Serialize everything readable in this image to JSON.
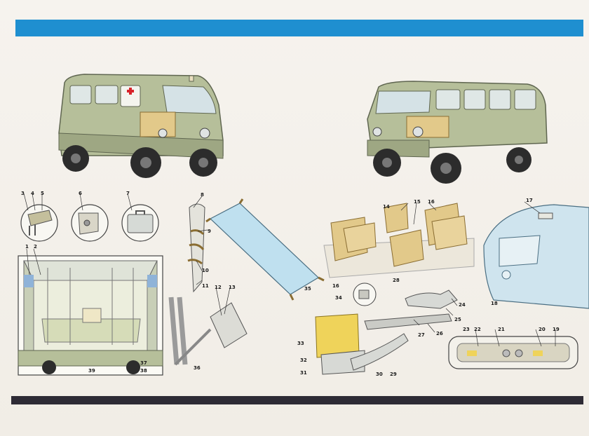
{
  "header_band_color": "#1f8fd0",
  "footer_band_color": "#2e2b35",
  "callouts": {
    "c1": "1",
    "c2": "2",
    "c3": "3",
    "c4": "4",
    "c5": "5",
    "c6": "6",
    "c7": "7",
    "c8": "8",
    "c9": "9",
    "c10": "10",
    "c11": "11",
    "c12": "12",
    "c13": "13",
    "c14": "14",
    "c15": "15",
    "c16a": "16",
    "c16b": "16",
    "c17": "17",
    "c18": "18",
    "c19": "19",
    "c20": "20",
    "c21": "21",
    "c22": "22",
    "c23": "23",
    "c24": "24",
    "c25": "25",
    "c26": "26",
    "c27": "27",
    "c28": "28",
    "c29": "29",
    "c30": "30",
    "c31": "31",
    "c32": "32",
    "c33": "33",
    "c34": "34",
    "c35": "35",
    "c36": "36",
    "c37": "37",
    "c38": "38",
    "c39": "39"
  },
  "colors": {
    "body_green": "#b6bf9a",
    "seat_tan": "#e2c98a",
    "lock_yellow": "#efd35a",
    "panel_blue": "#cfe4ee"
  }
}
